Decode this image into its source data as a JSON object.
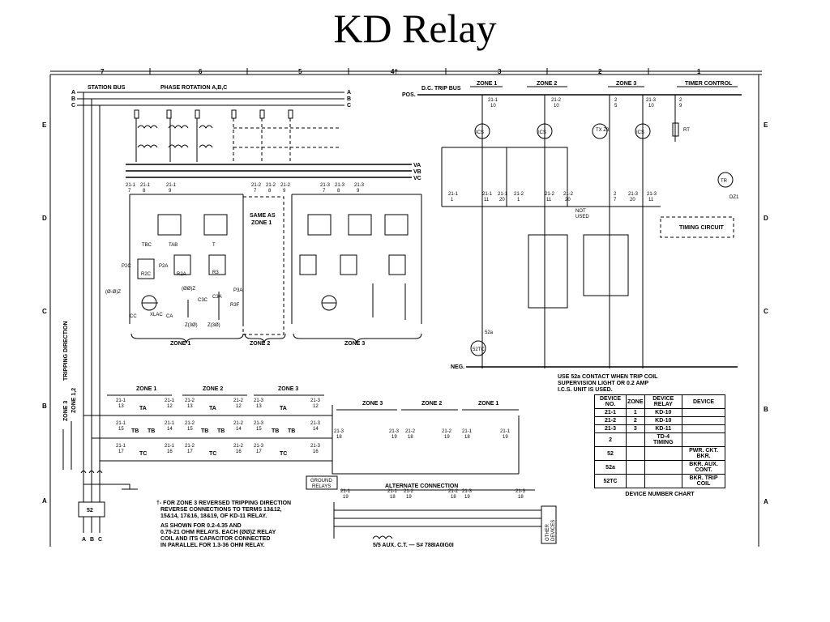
{
  "title": "KD Relay",
  "columns": [
    "7",
    "6",
    "5",
    "4†",
    "3",
    "2",
    "1"
  ],
  "rows": [
    "E",
    "D",
    "C",
    "B",
    "A"
  ],
  "station_bus": "STATION BUS",
  "phase_rotation": "PHASE ROTATION A,B,C",
  "phases": [
    "A",
    "B",
    "C"
  ],
  "voltages": [
    "VA",
    "VB",
    "VC"
  ],
  "dc_trip_bus": "D.C. TRIP BUS",
  "pos": "POS.",
  "neg": "NEG.",
  "zones": [
    "ZONE 1",
    "ZONE 2",
    "ZONE 3"
  ],
  "timer_control": "TIMER CONTROL",
  "same_as_zone1": [
    "SAME AS",
    "ZONE 1"
  ],
  "timing_circuit": "TIMING CIRCUIT",
  "not_used": [
    "NOT",
    "USED"
  ],
  "tripping_direction": "TRIPPING DIRECTION",
  "zone_3_vert": "ZONE 3",
  "zone_12_vert": "ZONE 1,2",
  "ground_relays": [
    "GROUND",
    "RELAYS"
  ],
  "alternate_connection": "ALTERNATE CONNECTION",
  "other_devices": [
    "OTHER",
    "DEVICES"
  ],
  "aux_ct": "5/5 AUX. C.T. — S# 788IA0IG0I",
  "device_52": "52",
  "abc_bottom": [
    "A",
    "B",
    "C"
  ],
  "use_note": [
    "USE 52a CONTACT WHEN TRIP COIL",
    "SUPERVISION LIGHT OR 0.2 AMP",
    "I.C.S. UNIT IS USED."
  ],
  "dagger_note": [
    "†- FOR ZONE 3 REVERSED TRIPPING DIRECTION",
    "REVERSE CONNECTIONS TO TERMS 13&12,",
    "15&14, 17&16, 18&19, OF KD-11 RELAY."
  ],
  "hourglass_note": [
    "AS SHOWN FOR 0.2-4.35 AND",
    "0.75-21 OHM RELAYS. EACH (ØØ)Z RELAY",
    "COIL AND ITS CAPACITOR CONNECTED",
    "IN PARALLEL FOR 1.3-36 OHM RELAY."
  ],
  "device_chart": {
    "caption": "DEVICE NUMBER CHART",
    "headers": [
      "DEVICE NO.",
      "ZONE",
      "DEVICE RELAY",
      "DEVICE"
    ],
    "rows": [
      [
        "21-1",
        "1",
        "KD-10",
        ""
      ],
      [
        "21-2",
        "2",
        "KD-10",
        ""
      ],
      [
        "21-3",
        "3",
        "KD-11",
        ""
      ],
      [
        "2",
        "",
        "TD-4 TIMING",
        ""
      ],
      [
        "52",
        "",
        "",
        "PWR. CKT. BKR."
      ],
      [
        "52a",
        "",
        "",
        "BKR. AUX. CONT."
      ],
      [
        "52TC",
        "",
        "",
        "BKR. TRIP COIL"
      ]
    ]
  },
  "terminal_labels": {
    "z1": [
      "21-1",
      "7",
      "21-1",
      "8",
      "21-1",
      "9"
    ],
    "z2": [
      "21-2",
      "7",
      "21-2",
      "8",
      "21-2",
      "9"
    ],
    "z3": [
      "21-3",
      "7",
      "21-3",
      "8",
      "21-3",
      "9"
    ],
    "dc_top": [
      "21-1",
      "10",
      "21-2",
      "10",
      "2",
      "5",
      "21-3",
      "10",
      "2",
      "9"
    ],
    "dc_mid": [
      "21-1",
      "1",
      "21-1",
      "11",
      "21-1",
      "20",
      "21-2",
      "1",
      "21-2",
      "11",
      "21-2",
      "20",
      "2",
      "7",
      "21-3",
      "20",
      "21-3",
      "11"
    ],
    "trip_units": [
      "ICS",
      "ICS",
      "ICS",
      "TX Z3",
      "TR",
      "RT",
      "DZ1",
      "52a",
      "52TC"
    ]
  },
  "ground_rows": {
    "r1": [
      "21-1",
      "13",
      "21-1",
      "12",
      "21-2",
      "13",
      "21-2",
      "12",
      "21-3",
      "13",
      "21-3",
      "12"
    ],
    "r2": [
      "21-1",
      "15",
      "21-1",
      "14",
      "21-2",
      "15",
      "21-2",
      "14",
      "21-3",
      "15",
      "21-3",
      "14"
    ],
    "r3": [
      "21-1",
      "17",
      "21-1",
      "16",
      "21-2",
      "17",
      "21-2",
      "16",
      "21-3",
      "17",
      "21-3",
      "16"
    ],
    "units": [
      "TA",
      "TA",
      "TA",
      "TB",
      "TB",
      "TB",
      "TB",
      "TB",
      "TB",
      "TC",
      "TC",
      "TC"
    ],
    "zt": [
      "21-3",
      "18",
      "21-3",
      "19",
      "21-2",
      "18",
      "21-2",
      "19",
      "21-1",
      "18",
      "21-1",
      "19"
    ],
    "alt": [
      "21-1",
      "19",
      "21-1",
      "18",
      "21-2",
      "19",
      "21-2",
      "18",
      "21-3",
      "19",
      "21-3",
      "18"
    ]
  },
  "components": [
    "TBC",
    "TAB",
    "T",
    "P2C",
    "R2C",
    "P2A",
    "R2A",
    "R3",
    "XLAC",
    "CC",
    "CA",
    "C3A",
    "C3C",
    "P3A",
    "R3F",
    "Z(3Ø)",
    "Z(3Ø)",
    "(ØØ)Z",
    "(Ø-Ø)Z"
  ]
}
